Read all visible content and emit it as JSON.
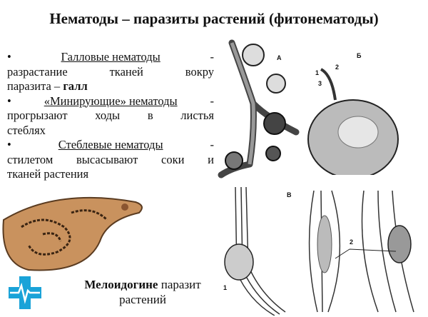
{
  "title": "Нематоды – паразиты растений (фитонематоды)",
  "bullets": [
    {
      "term": "Галловые нематоды",
      "line1_rest": "-",
      "line2": [
        "разрастание",
        "тканей",
        "вокру"
      ],
      "line3_plain": "паразита – ",
      "line3_bold": "галл"
    },
    {
      "term": "«Минирующие» нематоды",
      "line1_rest": "-",
      "line2": [
        "прогрызают",
        "ходы",
        "в",
        "листья"
      ],
      "line3_plain": "стеблях"
    },
    {
      "term": "Стеблевые нематоды",
      "line1_rest": "-",
      "line2": [
        "стилетом",
        "высасывают",
        "соки",
        "и"
      ],
      "line3_plain": "тканей растения"
    }
  ],
  "figure_labels": {
    "a": "А",
    "b": "Б",
    "v": "В",
    "n1": "1",
    "n2": "2",
    "n3": "3",
    "v1": "1",
    "g2": "2"
  },
  "caption": {
    "bold": "Мелоидогине",
    "rest1": " паразит",
    "line2": "растений"
  },
  "colors": {
    "logo": "#1aa3d8",
    "nematode": "#b07a4a"
  }
}
